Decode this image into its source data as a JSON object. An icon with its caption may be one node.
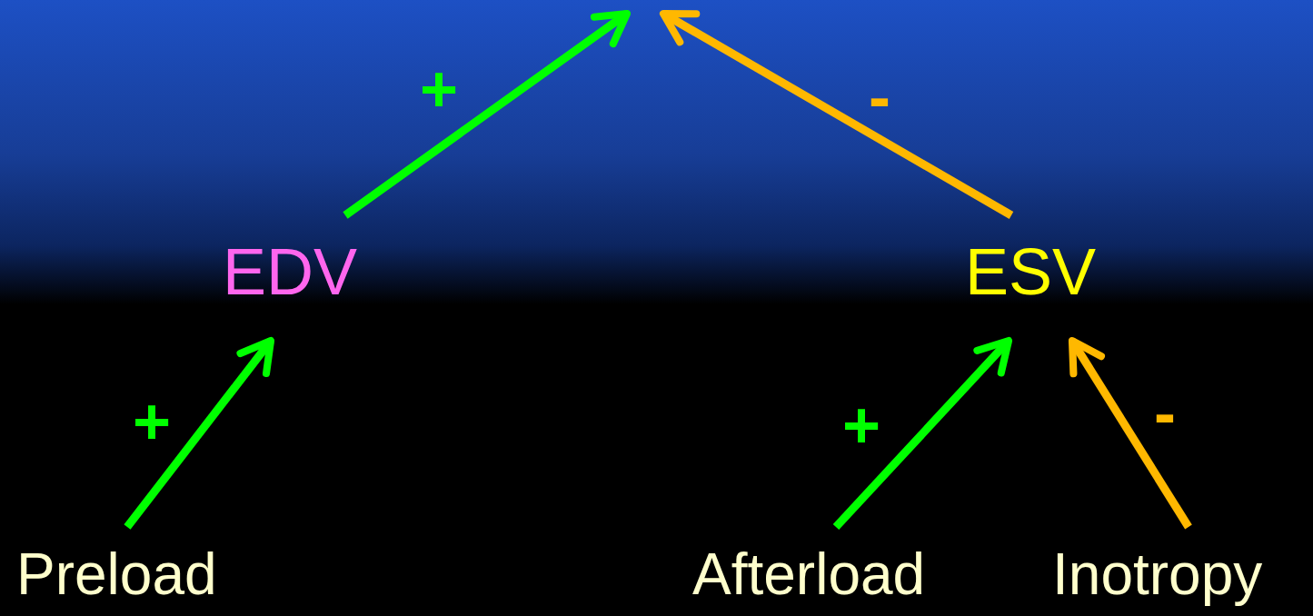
{
  "diagram": {
    "nodes": [
      {
        "text": [
          "EDV"
        ]
      },
      {
        "text": [
          "ESV"
        ]
      },
      {
        "text": [
          "Preload"
        ]
      },
      {
        "text": [
          "Afterload"
        ]
      },
      {
        "text": [
          "Inotropy"
        ]
      }
    ],
    "edges": [
      {
        "from": 0,
        "to": null,
        "arrow": "to",
        "label": "+"
      },
      {
        "from": 1,
        "to": null,
        "arrow": "to",
        "label": "-",
        "color": "#ffb800"
      },
      {
        "from": 2,
        "to": 0,
        "arrow": "to",
        "label": "+"
      },
      {
        "from": 3,
        "to": 1,
        "arrow": "to",
        "label": "+"
      },
      {
        "from": 4,
        "to": 1,
        "arrow": "to",
        "label": "-",
        "color": "#ffb800"
      }
    ]
  }
}
